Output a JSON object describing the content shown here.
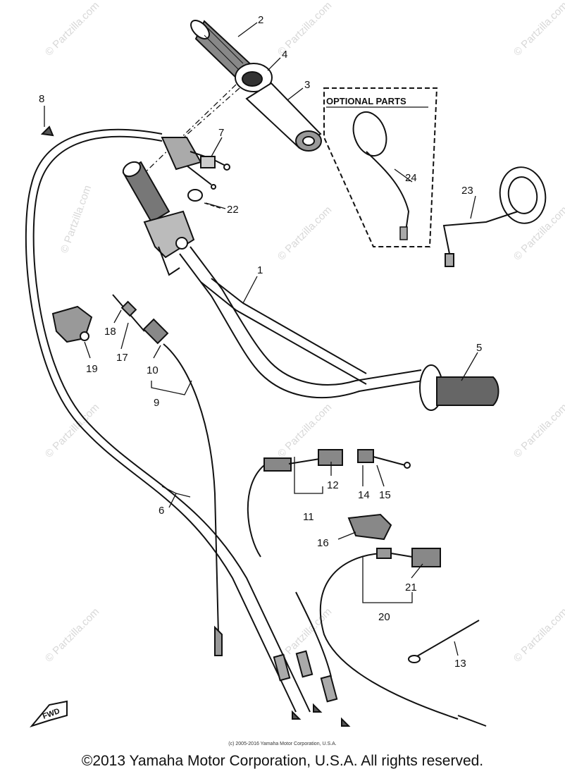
{
  "watermark": "© Partzilla.com",
  "optional_parts_label": "OPTIONAL PARTS",
  "fwd_label": "FWD",
  "callouts": {
    "c1": "1",
    "c2": "2",
    "c3": "3",
    "c4": "4",
    "c5": "5",
    "c6": "6",
    "c7": "7",
    "c8": "8",
    "c9": "9",
    "c10": "10",
    "c11": "11",
    "c12": "12",
    "c13": "13",
    "c14": "14",
    "c15": "15",
    "c16": "16",
    "c17": "17",
    "c18": "18",
    "c19": "19",
    "c20": "20",
    "c21": "21",
    "c22": "22",
    "c23": "23",
    "c24": "24"
  },
  "small_credit": "(c) 2005-2016 Yamaha Motor Corporation, U.S.A.",
  "footer": "©2013 Yamaha Motor Corporation, U.S.A. All rights reserved.",
  "colors": {
    "ink": "#111111",
    "watermark": "#d8d8d8",
    "background": "#ffffff"
  }
}
